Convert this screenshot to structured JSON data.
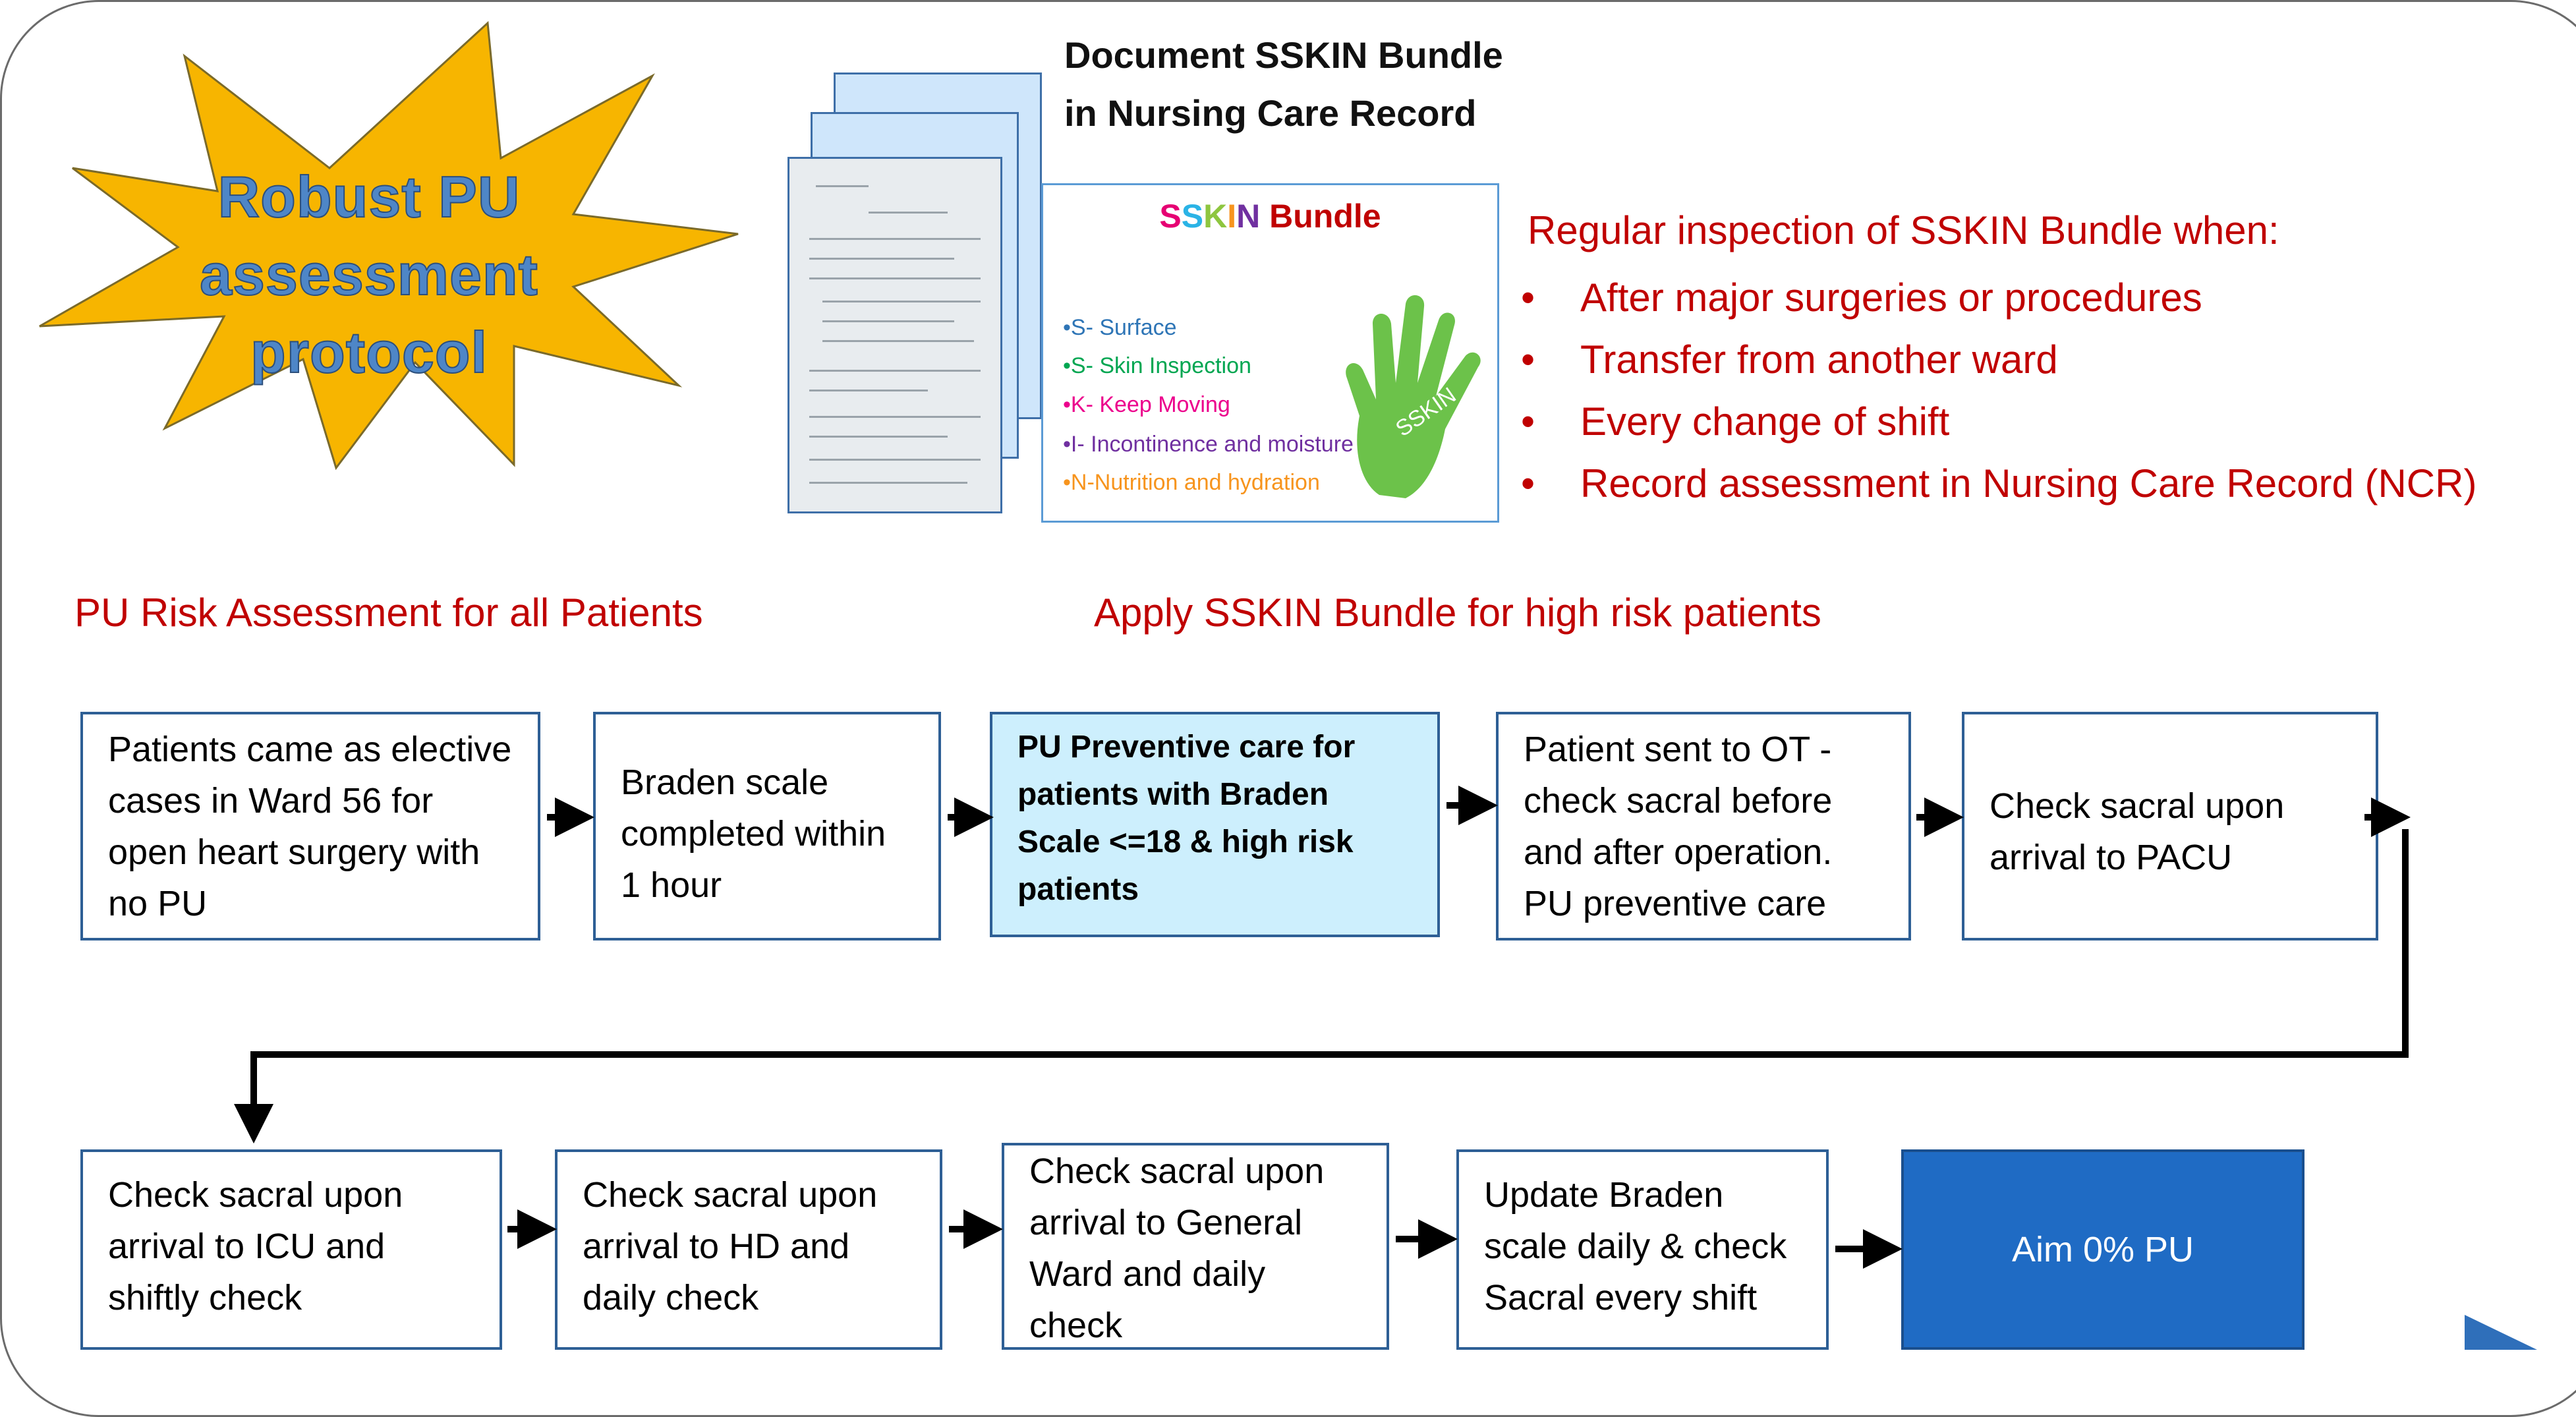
{
  "starburst": {
    "lines": [
      "Robust PU",
      "assessment",
      "protocol"
    ],
    "fill": "#f7b500",
    "text_color": "#4e86c7"
  },
  "document": {
    "title_line1": "Document SSKIN Bundle",
    "title_line2": "in Nursing Care Record"
  },
  "sskin_card": {
    "title_letters": [
      {
        "char": "S",
        "color": "#e60073"
      },
      {
        "char": "S",
        "color": "#2ab3e6"
      },
      {
        "char": "K",
        "color": "#8ec63f"
      },
      {
        "char": "I",
        "color": "#f7941d"
      },
      {
        "char": "N",
        "color": "#7030a0"
      }
    ],
    "title_rest": " Bundle",
    "items": [
      {
        "text": "•S- Surface",
        "color": "#2e75b6"
      },
      {
        "text": "•S- Skin Inspection",
        "color": "#00a651"
      },
      {
        "text": "•K- Keep Moving",
        "color": "#ec008c"
      },
      {
        "text": "•I- Incontinence and moisture",
        "color": "#7030a0"
      },
      {
        "text": "•N-Nutrition and hydration",
        "color": "#f7941d"
      }
    ],
    "hand_label": "SSKIN",
    "hand_color": "#6cc24a"
  },
  "inspection": {
    "heading": "Regular inspection of SSKIN Bundle when:",
    "bullets": [
      "After major surgeries or  procedures",
      "Transfer from another ward",
      "Every change of shift",
      "Record assessment in Nursing Care Record (NCR)"
    ]
  },
  "sections": {
    "left": "PU Risk Assessment for all Patients",
    "right": "Apply SSKIN Bundle for high risk patients"
  },
  "flow_row1": [
    "Patients came as elective cases in Ward 56 for open heart surgery with no PU",
    "Braden scale completed within 1 hour",
    "PU Preventive care for patients with Braden Scale <=18 & high risk patients",
    "Patient sent to OT - check sacral before and after operation. PU preventive care",
    "Check sacral upon arrival to PACU"
  ],
  "flow_row2": [
    "Check sacral upon arrival to ICU and shiftly check",
    "Check sacral upon arrival to HD and daily check",
    "Check sacral upon arrival to General Ward and daily check",
    "Update Braden scale daily & check Sacral every shift",
    "Aim 0% PU"
  ],
  "colors": {
    "border": "#2e5f95",
    "highlight": "#cdeffd",
    "final": "#1f6bc4",
    "red": "#c00000"
  }
}
